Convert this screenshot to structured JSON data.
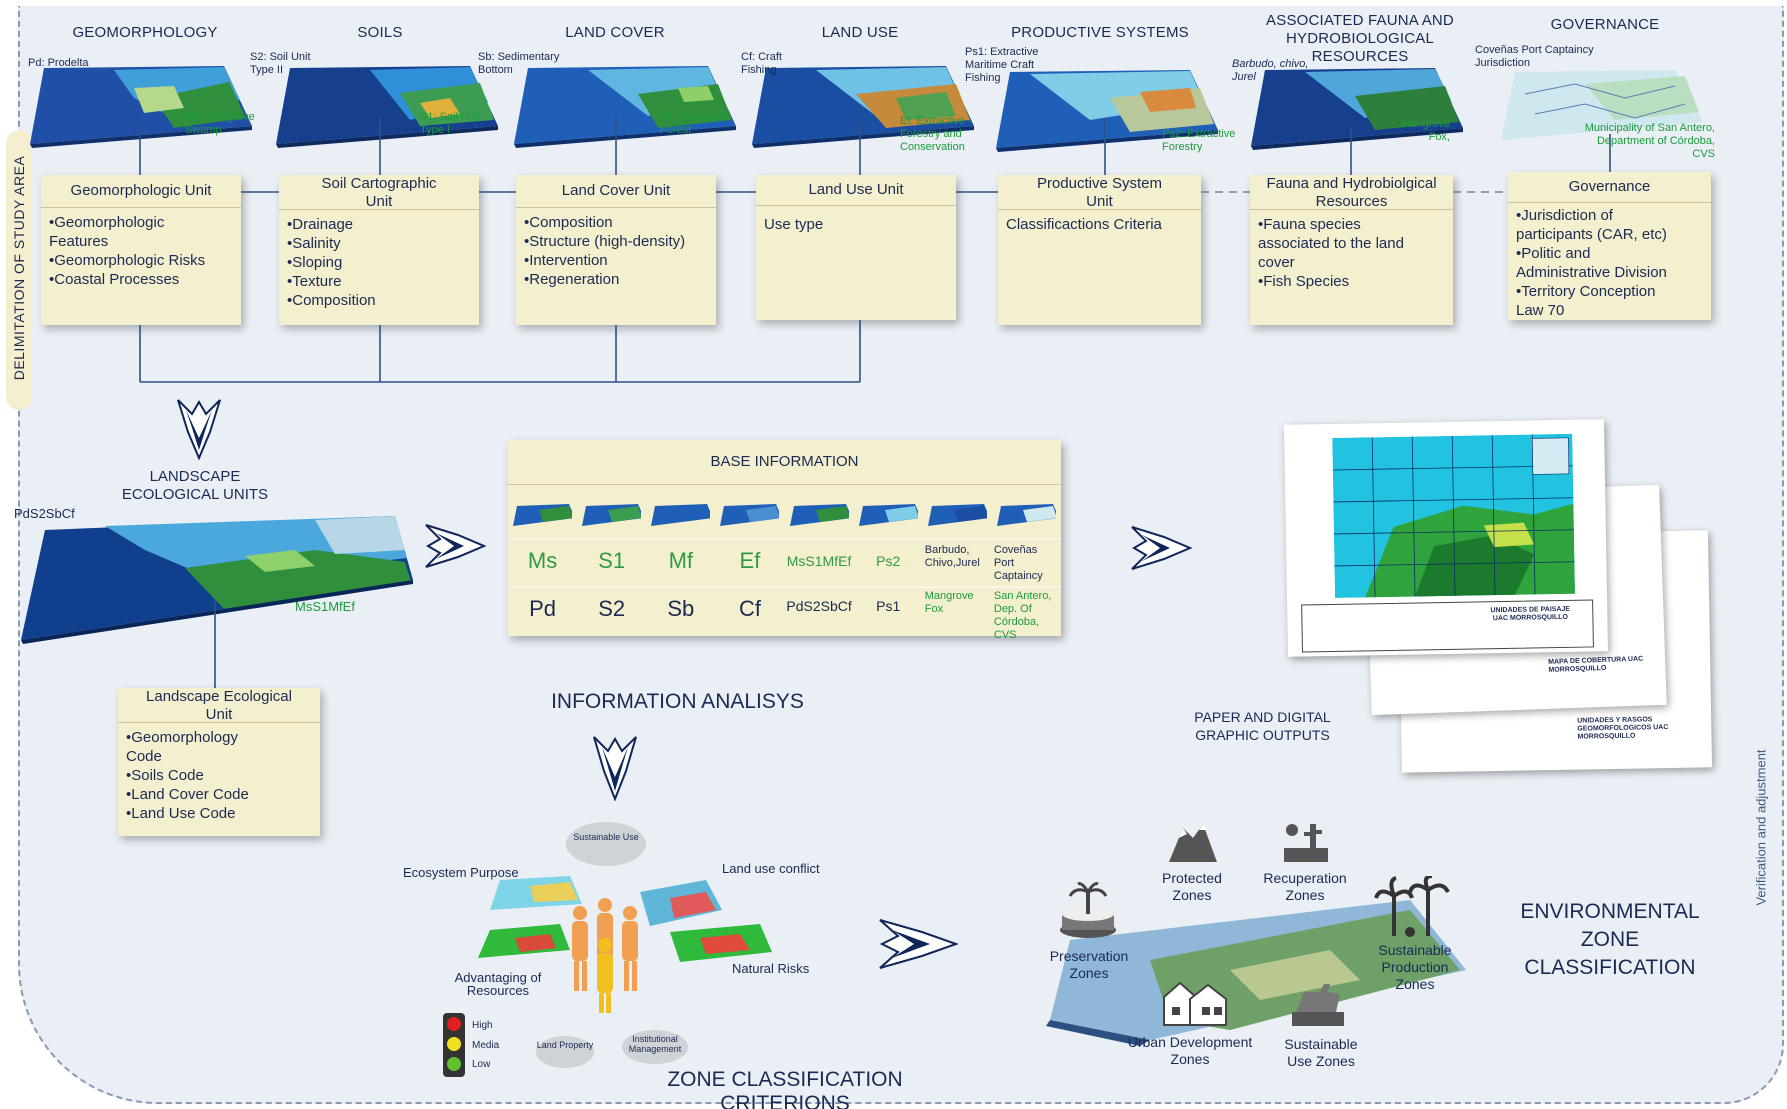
{
  "side_label": "DELIMITATION OF STUDY AREA",
  "verification_label": "Verification and adjustment",
  "themes": [
    {
      "title": "GEOMORPHOLOGY",
      "callout_a": "Pd: Prodelta",
      "callout_b": "Ms: Mangrove Swamp",
      "card_header": "Geomorphologic Unit",
      "items": [
        "•Geomorphologic",
        "Features",
        "•Geomorphologic Risks",
        "•Coastal Processes"
      ]
    },
    {
      "title": "SOILS",
      "callout_a": "S2: Soil Unit Type II",
      "callout_b": "S1: Soil Unit Type I",
      "card_header": "Soil Cartographic Unit",
      "items": [
        "•Drainage",
        "•Salinity",
        "•Sloping",
        "•Texture",
        "•Composition"
      ]
    },
    {
      "title": "LAND COVER",
      "callout_a": "Sb: Sedimentary Bottom",
      "callout_b": "Mf: Mangrove Forest",
      "card_header": "Land Cover Unit",
      "items": [
        "•Composition",
        "•Structure (high-density)",
        "•Intervention",
        "•Regeneration"
      ]
    },
    {
      "title": "LAND USE",
      "callout_a": "Cf: Craft Fishing",
      "callout_b": "Ef: Extractive - Forestry and Conservation",
      "card_header": "Land Use Unit",
      "items": [
        "Use type"
      ]
    },
    {
      "title": "PRODUCTIVE SYSTEMS",
      "callout_a": "Ps1: Extractive Maritime Craft Fishing",
      "callout_b": "Ps2: Extractive Forestry",
      "card_header": "Productive System Unit",
      "items": [
        "Classificactions Criteria"
      ]
    },
    {
      "title": "ASSOCIATED FAUNA AND HYDROBIOLOGICAL RESOURCES",
      "callout_a": "Barbudo, chivo, Jurel",
      "callout_b": "Mangrove Fox,",
      "card_header": "Fauna and Hydrobiolgical Resources",
      "items": [
        "•Fauna species",
        "associated to the land",
        "cover",
        "•Fish Species"
      ]
    },
    {
      "title": "GOVERNANCE",
      "callout_a": "Coveñas Port Captaincy Jurisdiction",
      "callout_b": "Municipality of San Antero, Department of Córdoba, CVS",
      "card_header": "Governance",
      "items": [
        "•Jurisdiction of",
        "participants (CAR, etc)",
        "•Politic and",
        "Administrative Division",
        "•Territory Conception",
        "Law 70"
      ]
    }
  ],
  "landscape": {
    "title": "LANDSCAPE ECOLOGICAL UNITS",
    "callout_a": "PdS2SbCf",
    "callout_b": "MsS1MfEf",
    "card_header": "Landscape Ecological Unit",
    "items": [
      "•Geomorphology",
      "Code",
      "•Soils Code",
      "•Land Cover Code",
      "•Land Use Code"
    ]
  },
  "base_info": {
    "title": "BASE INFORMATION",
    "row1": [
      "Ms",
      "S1",
      "Mf",
      "Ef",
      "MsS1MfEf",
      "Ps2",
      "Barbudo, Chivo,Jurel",
      "Coveñas Port Captaincy"
    ],
    "row2": [
      "Pd",
      "S2",
      "Sb",
      "Cf",
      "PdS2SbCf",
      "Ps1",
      "Mangrove Fox",
      "San Antero, Dep. Of Córdoba, CVS"
    ]
  },
  "information_analysis": "INFORMATION ANALISYS",
  "outputs_label": "PAPER AND DIGITAL GRAPHIC OUTPUTS",
  "paper_titles": [
    "UNIDADES DE PAISAJE UAC MORROSQUILLO",
    "MAPA DE COBERTURA UAC MORROSQUILLO",
    "UNIDADES Y RASGOS GEOMORFOLOGICOS UAC MORROSQUILLO"
  ],
  "criteria": {
    "title": "ZONE CLASSIFICATION CRITERIONS",
    "ecosystem_purpose": "Ecosystem Purpose",
    "land_use_conflict": "Land  use conflict",
    "advantaging": "Advantaging of Resources",
    "natural_risks": "Natural Risks",
    "sustainable_use": "Sustainable Use",
    "land_property": "Land Property",
    "institutional": "Institutional Management",
    "legend": [
      "High",
      "Media",
      "Low"
    ]
  },
  "zones": {
    "protected": "Protected Zones",
    "recuperation": "Recuperation Zones",
    "preservation": "Preservation Zones",
    "sustainable_production": "Sustainable Production Zones",
    "urban": "Urban Development Zones",
    "sustainable_use": "Sustainable Use Zones"
  },
  "environmental_title": "ENVIRONMENTAL ZONE CLASSIFICATION",
  "colors": {
    "navy": "#1b2a52",
    "card": "#f4efce",
    "line": "#2f4f87",
    "green_text": "#1d9b3a",
    "sea": "#1b54a8",
    "mangrove": "#2f8f3c"
  }
}
